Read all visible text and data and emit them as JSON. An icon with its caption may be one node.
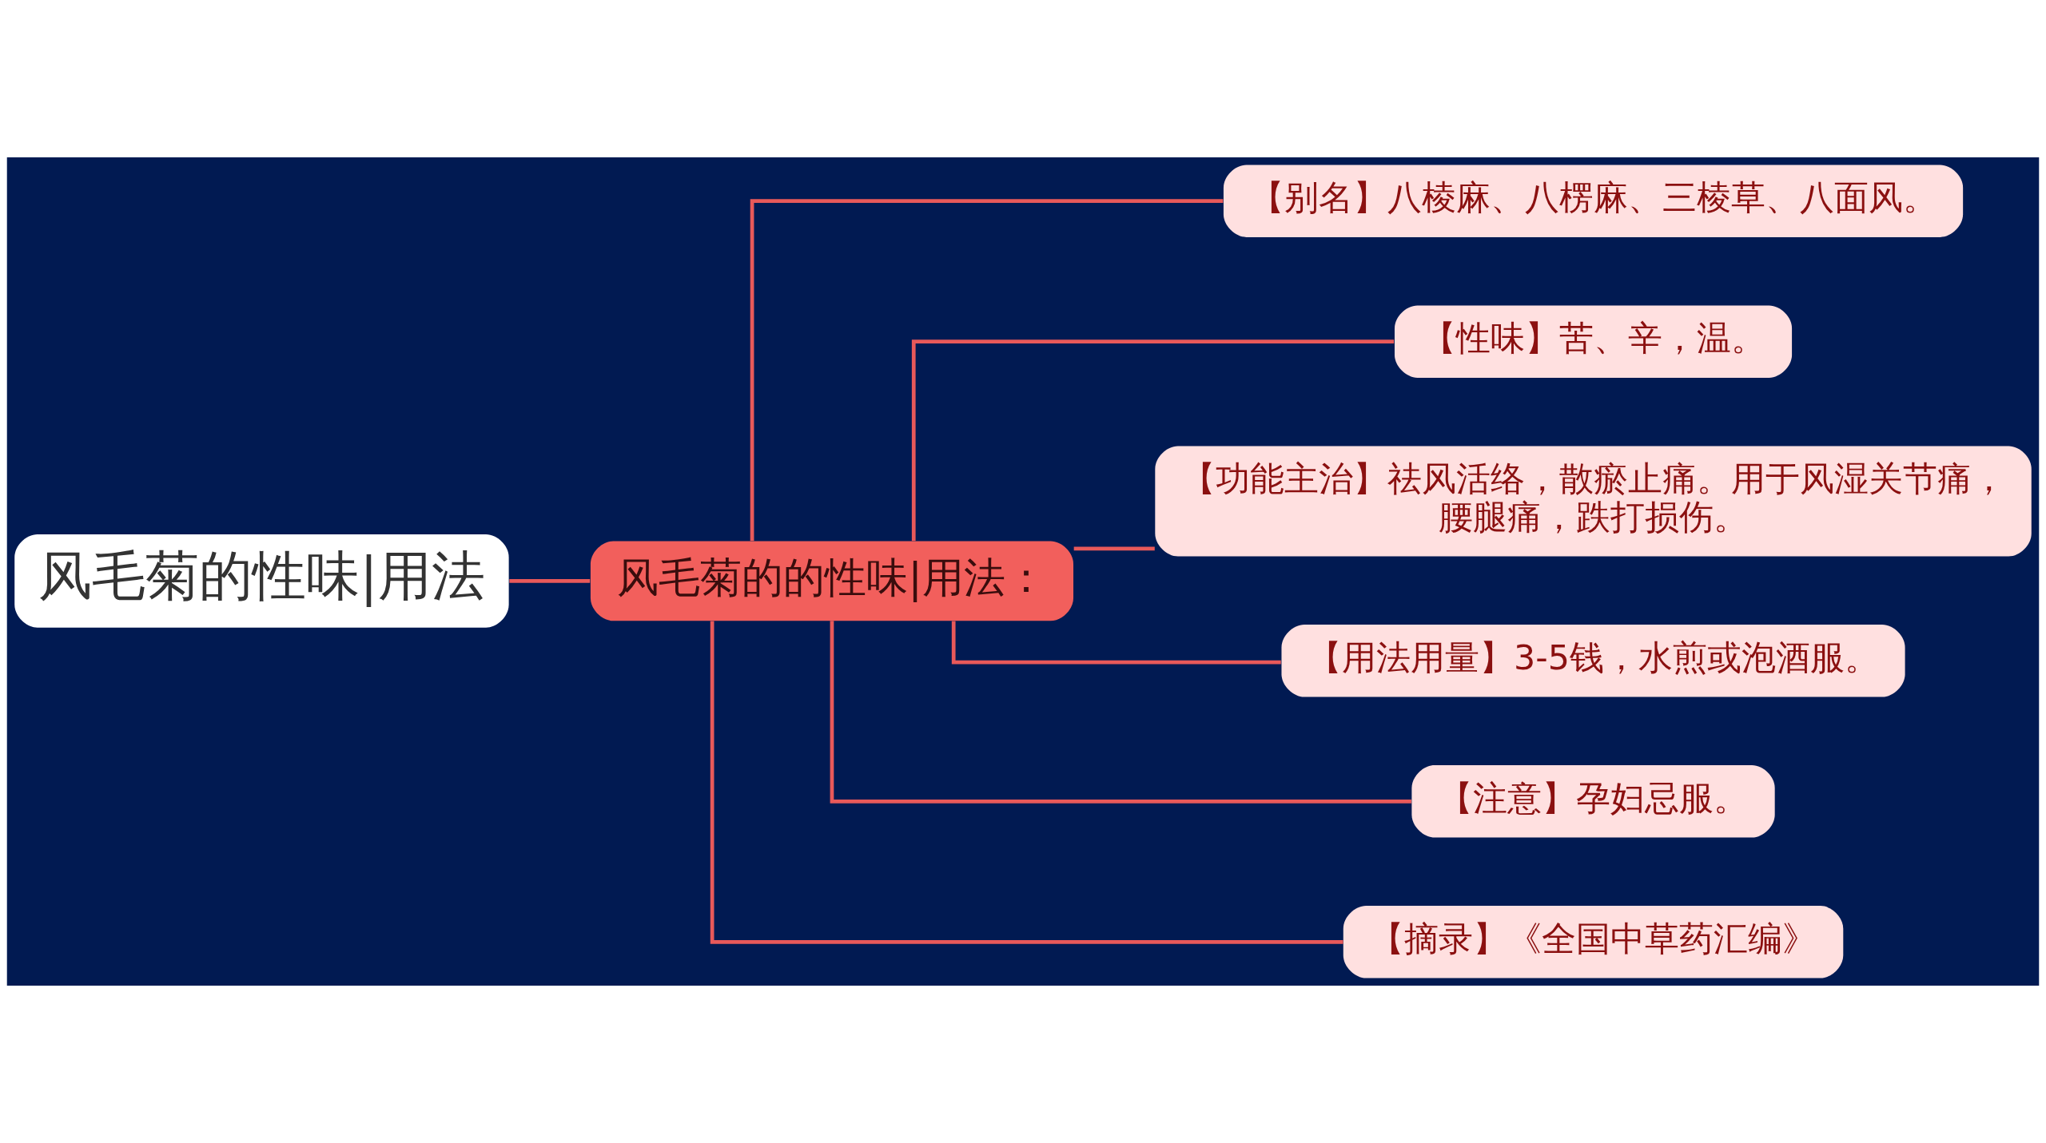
{
  "diagram": {
    "nodes": [
      {
        "text": [
          "风毛菊的性味|用法"
        ]
      },
      {
        "text": [
          "风毛菊的的性味|用法："
        ]
      },
      {
        "text": [
          "【别名】八棱麻、八楞麻、三棱草、八面风。"
        ]
      },
      {
        "text": [
          "【性味】苦、辛，温。"
        ]
      },
      {
        "text": [
          "【功能主治】祛风活络，散瘀止痛。用于风湿关节痛，腰腿痛，跌打损伤。"
        ]
      },
      {
        "text": [
          "【用法用量】3-5钱，水煎或泡酒服。"
        ]
      },
      {
        "text": [
          "【注意】孕妇忌服。"
        ]
      },
      {
        "text": [
          "【摘录】《全国中草药汇编》"
        ]
      }
    ],
    "edges": [
      {
        "from": 0,
        "to": 1,
        "arrow": "none"
      },
      {
        "from": 1,
        "to": 2,
        "arrow": "none"
      },
      {
        "from": 1,
        "to": 3,
        "arrow": "none"
      },
      {
        "from": 1,
        "to": 4,
        "arrow": "none"
      },
      {
        "from": 1,
        "to": 5,
        "arrow": "none"
      },
      {
        "from": 1,
        "to": 6,
        "arrow": "none"
      },
      {
        "from": 1,
        "to": 7,
        "arrow": "none"
      }
    ]
  }
}
